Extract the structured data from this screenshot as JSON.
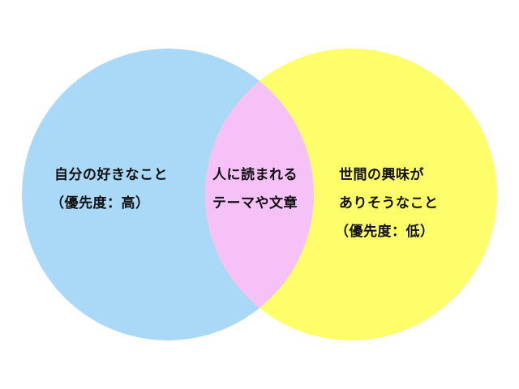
{
  "colors": {
    "left": "#a9d9f6",
    "right": "#fefe6a",
    "overlap": "#f5c1f6"
  },
  "left": {
    "line1": "自分の好きなこと",
    "line2": "（優先度：高）"
  },
  "overlap": {
    "line1": "人に読まれる",
    "line2": "テーマや文章"
  },
  "right": {
    "line1": "世間の興味が",
    "line2": "ありそうなこと",
    "line3": "（優先度：低）"
  }
}
